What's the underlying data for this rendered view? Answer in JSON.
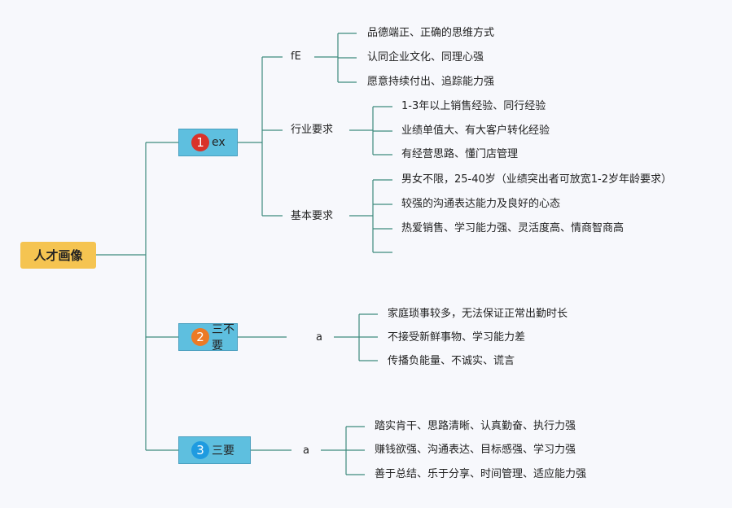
{
  "root": {
    "label": "人才画像"
  },
  "branches": [
    {
      "num": "1",
      "badge_color": "#d9322a",
      "label": "ex",
      "subs": [
        {
          "label": "fE",
          "leaves": [
            "品德端正、正确的思维方式",
            "认同企业文化、同理心强",
            "愿意持续付出、追踪能力强"
          ]
        },
        {
          "label": "行业要求",
          "leaves": [
            "1-3年以上销售经验、同行经验",
            "业绩单值大、有大客户转化经验",
            "有经营思路、懂门店管理"
          ]
        },
        {
          "label": "基本要求",
          "leaves": [
            "男女不限，25-40岁（业绩突出者可放宽1-2岁年龄要求）",
            "较强的沟通表达能力及良好的心态",
            "热爱销售、学习能力强、灵活度高、情商智商高",
            ""
          ]
        }
      ]
    },
    {
      "num": "2",
      "badge_color": "#ec7a25",
      "label": "三不要",
      "subs": [
        {
          "label": "a",
          "leaves": [
            "家庭琐事较多，无法保证正常出勤时长",
            "不接受新鲜事物、学习能力差",
            "传播负能量、不诚实、谎言"
          ]
        }
      ]
    },
    {
      "num": "3",
      "badge_color": "#1f9be0",
      "label": "三要",
      "subs": [
        {
          "label": "a",
          "leaves": [
            "踏实肯干、思路清晰、认真勤奋、执行力强",
            "赚钱欲强、沟通表达、目标感强、学习力强",
            "善于总结、乐于分享、时间管理、适应能力强"
          ]
        }
      ]
    }
  ],
  "colors": {
    "line": "#3e8a7e",
    "root_fill": "#f5c451",
    "branch_fill": "#5ebfdf"
  }
}
